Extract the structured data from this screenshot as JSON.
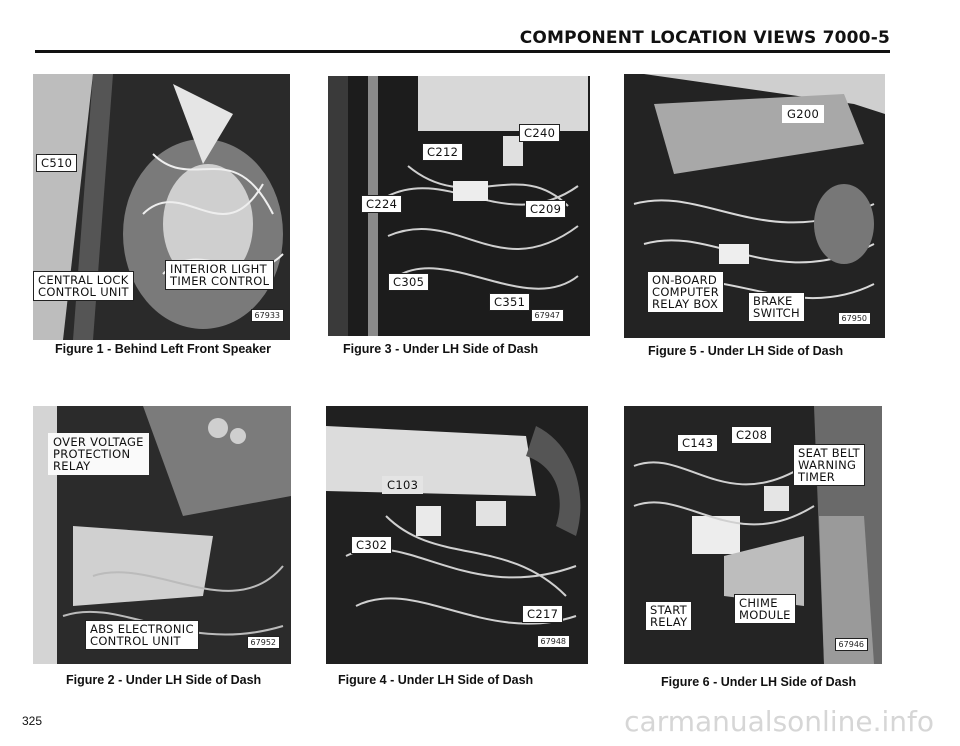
{
  "header": {
    "title": "COMPONENT LOCATION VIEWS   7000-5"
  },
  "page_number": "325",
  "watermark": "carmanualsonline.info",
  "figures": [
    {
      "caption": "Figure 1 - Behind Left Front Speaker",
      "ref": "67933",
      "labels": [
        "C510",
        "CENTRAL LOCK\nCONTROL UNIT",
        "INTERIOR LIGHT\nTIMER CONTROL"
      ]
    },
    {
      "caption": "Figure 2 - Under LH Side of Dash",
      "ref": "67952",
      "labels": [
        "OVER VOLTAGE\nPROTECTION\nRELAY",
        "ABS ELECTRONIC\nCONTROL UNIT"
      ]
    },
    {
      "caption": "Figure 3 - Under LH Side of Dash",
      "ref": "67947",
      "labels": [
        "C212",
        "C240",
        "C224",
        "C209",
        "C305",
        "C351"
      ]
    },
    {
      "caption": "Figure 4 - Under LH Side of Dash",
      "ref": "67948",
      "labels": [
        "C103",
        "C302",
        "C217"
      ]
    },
    {
      "caption": "Figure 5 - Under LH Side of Dash",
      "ref": "67950",
      "labels": [
        "G200",
        "ON-BOARD\nCOMPUTER\nRELAY BOX",
        "BRAKE\nSWITCH"
      ]
    },
    {
      "caption": "Figure 6 - Under LH Side of Dash",
      "ref": "67946",
      "labels": [
        "C143",
        "C208",
        "SEAT BELT\nWARNING\nTIMER",
        "START\nRELAY",
        "CHIME\nMODULE"
      ]
    }
  ]
}
